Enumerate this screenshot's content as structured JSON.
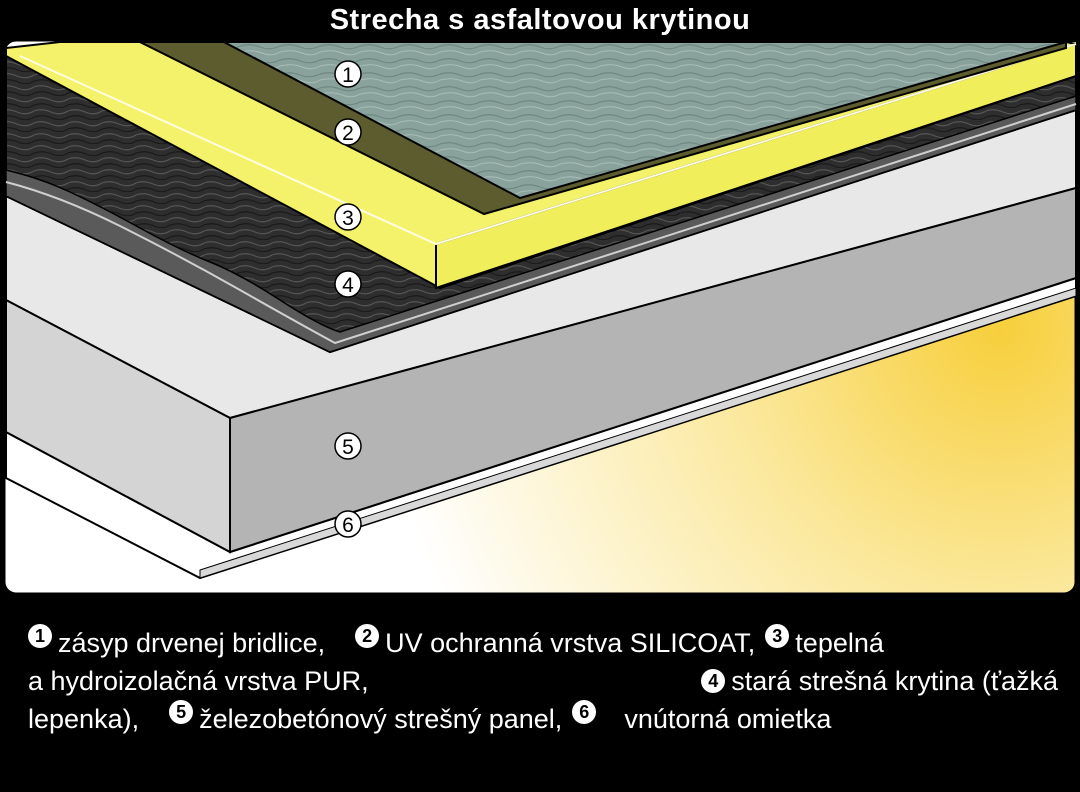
{
  "title": "Strecha s asfaltovou krytinou",
  "markers": [
    "1",
    "2",
    "3",
    "4",
    "5",
    "6"
  ],
  "legend": {
    "badges": [
      "1",
      "2",
      "3",
      "4",
      "5",
      "6"
    ],
    "items": {
      "1": "zásyp drvenej bridlice,",
      "2": "UV ochranná vrstva SILICOAT,",
      "3a": "tepelná",
      "3b": "a hydroizolačná vrstva PUR,",
      "4a": "stará strešná krytina (ťažká",
      "4b": "lepenka),",
      "5": "železobetónový strešný panel,",
      "6": "vnútorná omietka"
    }
  },
  "colors": {
    "background": "#000000",
    "panel_bg": "#ffffff",
    "gradient_yellow": "#f7cf3c",
    "slate": "#8aa29c",
    "uv_layer": "#5c5c2e",
    "pur_layer": "#f4f26a",
    "pur_top": "#fbf9a6",
    "old_roofing": "#2e2e2e",
    "concrete_top": "#e8e8e8",
    "concrete_front": "#cfcfcf",
    "concrete_side": "#b2b2b2",
    "plaster": "#ffffff"
  }
}
